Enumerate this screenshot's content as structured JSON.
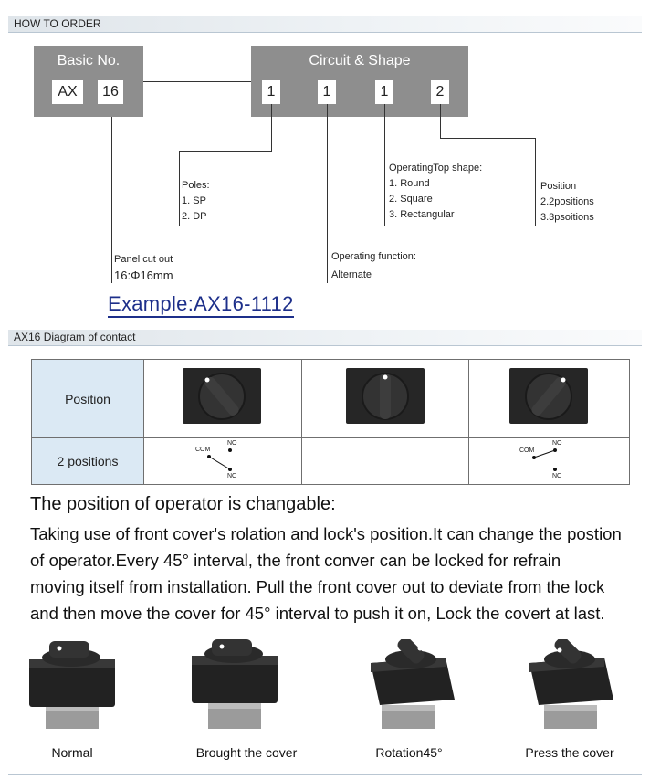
{
  "how_to_order": {
    "section_title": "HOW TO ORDER",
    "basic_no": {
      "title": "Basic No.",
      "cells": [
        "AX",
        "16"
      ]
    },
    "circuit_shape": {
      "title": "Circuit & Shape",
      "cells": [
        "1",
        "1",
        "1",
        "2"
      ]
    },
    "poles": {
      "title": "Poles:",
      "items": [
        "1. SP",
        "2. DP"
      ]
    },
    "panel_cut_out": {
      "title": "Panel cut out",
      "value": "16:Φ16mm"
    },
    "operating_function": {
      "title": "Operating function:",
      "value": "Alternate"
    },
    "top_shape": {
      "title": "OperatingTop shape:",
      "items": [
        "1. Round",
        "2. Square",
        "3. Rectangular"
      ]
    },
    "position": {
      "title": "Position",
      "items": [
        "2.2positions",
        "3.3psoitions"
      ]
    },
    "example": "Example:AX16-1112"
  },
  "contact_diagram": {
    "section_title": "AX16   Diagram of contact",
    "row_headers": [
      "Position",
      "2 positions"
    ],
    "contact_labels": {
      "com": "COM",
      "no": "NO",
      "nc": "NC"
    }
  },
  "description": {
    "heading": "The position of operator is changable:",
    "lines": [
      "Taking use of front cover's rolation and lock's position.It can change the postion",
      "of operator.Every 45°  interval, the front conver can be locked for refrain",
      "moving itself from installation. Pull the front cover out to deviate from the lock",
      "and then move the cover for 45°  interval to push it on, Lock the covert at last."
    ]
  },
  "photos": {
    "captions": [
      "Normal",
      "Brought the cover",
      "Rotation45°",
      "Press the  cover"
    ]
  }
}
